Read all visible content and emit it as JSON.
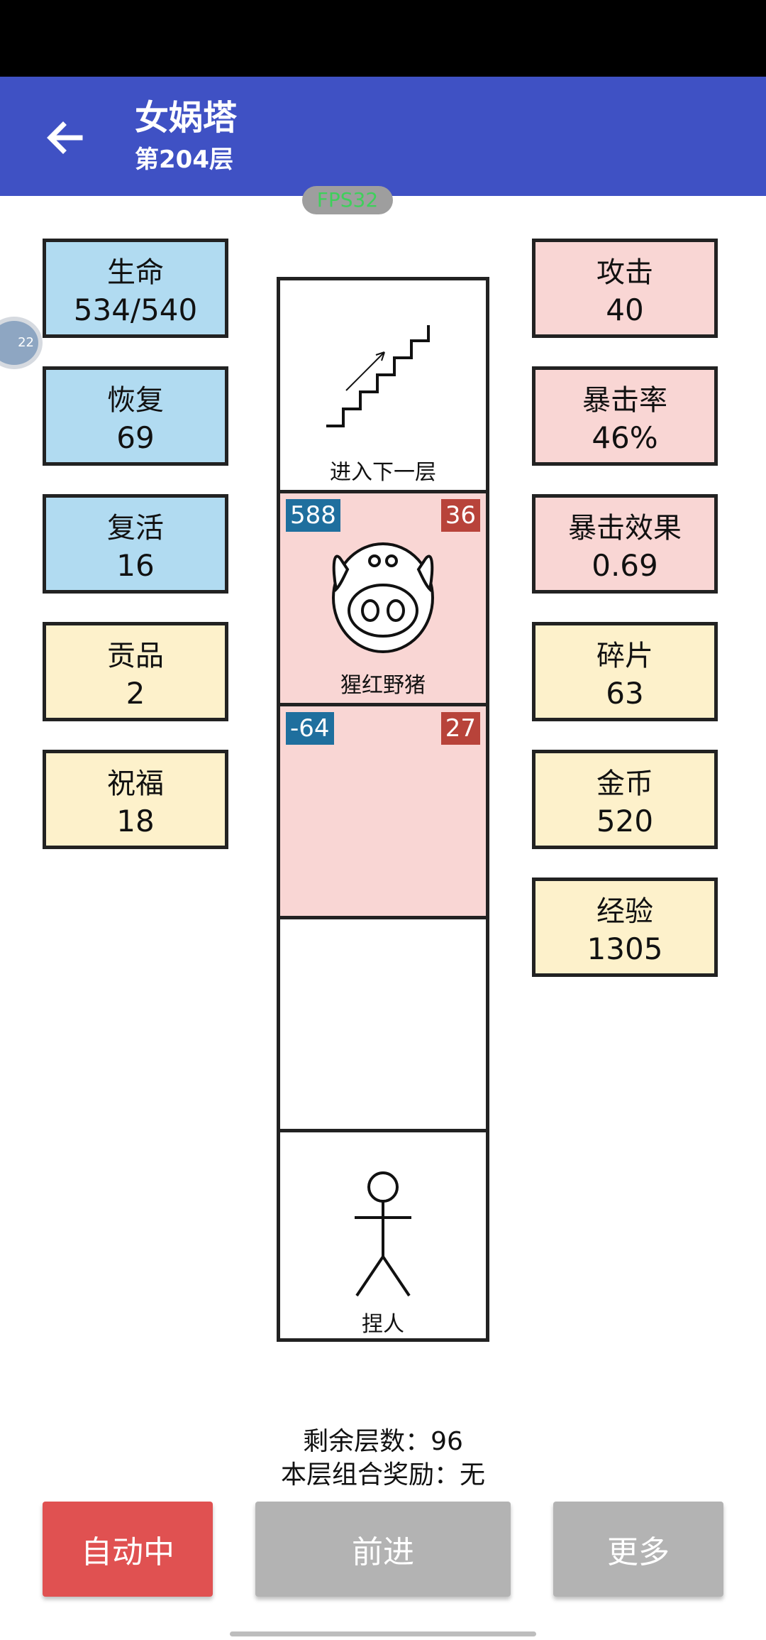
{
  "app_bar": {
    "title": "女娲塔",
    "subtitle": "第204层"
  },
  "fps": "FPS32",
  "float_label": "22",
  "left_stats": [
    {
      "label": "生命",
      "value": "534/540"
    },
    {
      "label": "恢复",
      "value": "69"
    },
    {
      "label": "复活",
      "value": "16"
    },
    {
      "label": "贡品",
      "value": "2"
    },
    {
      "label": "祝福",
      "value": "18"
    }
  ],
  "right_stats": [
    {
      "label": "攻击",
      "value": "40"
    },
    {
      "label": "暴击率",
      "value": "46%"
    },
    {
      "label": "暴击效果",
      "value": "0.69"
    },
    {
      "label": "碎片",
      "value": "63"
    },
    {
      "label": "金币",
      "value": "520"
    },
    {
      "label": "经验",
      "value": "1305"
    }
  ],
  "tower": {
    "stairs_label": "进入下一层",
    "monster": {
      "name": "猩红野猪",
      "left_value": "588",
      "right_value": "36"
    },
    "trap": {
      "left_value": "-64",
      "right_value": "27"
    },
    "player_label": "捏人"
  },
  "info": {
    "remaining_floors": "剩余层数：96",
    "combo_reward": "本层组合奖励：无"
  },
  "buttons": {
    "auto": "自动中",
    "forward": "前进",
    "more": "更多"
  },
  "colors": {
    "app_bar": "#3f51c4",
    "auto_button": "#e05151",
    "disabled_button": "#b3b3b3"
  }
}
